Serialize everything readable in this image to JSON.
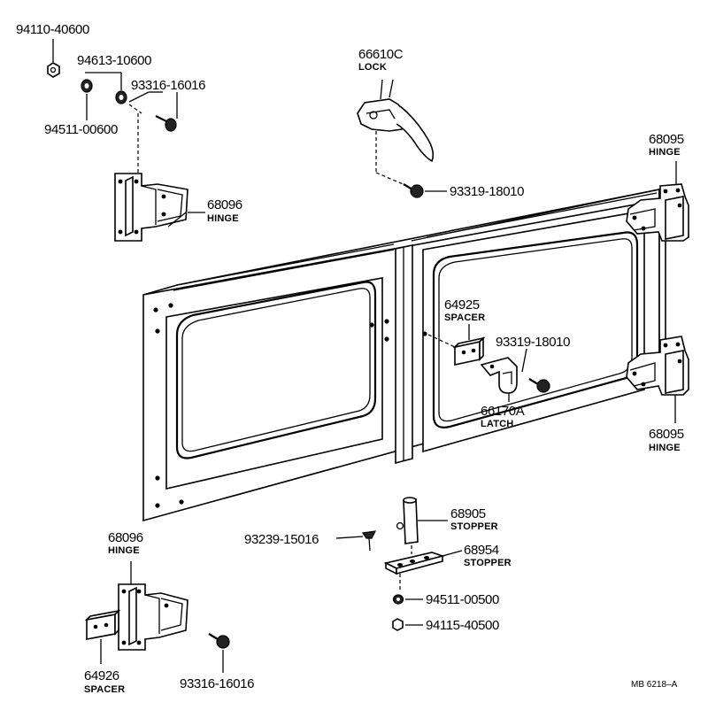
{
  "labels": {
    "p94110_40600": "94110-40600",
    "p94613_10600": "94613-10600",
    "p93316_16016_top": "93316-16016",
    "p94511_00600": "94511-00600",
    "p68096_top": "68096",
    "n_hinge_68096_top": "HINGE",
    "p66610c": "66610C",
    "n_lock": "LOCK",
    "p93319_18010_top": "93319-18010",
    "p68095_top": "68095",
    "n_hinge_68095_top": "HINGE",
    "p64925": "64925",
    "n_spacer_64925": "SPACER",
    "p93319_18010_mid": "93319-18010",
    "p66170a": "66170A",
    "n_latch": "LATCH",
    "p68095_bottom": "68095",
    "n_hinge_68095_bottom": "HINGE",
    "p68905": "68905",
    "n_stopper_68905": "STOPPER",
    "p93239_15016": "93239-15016",
    "p68954": "68954",
    "n_stopper_68954": "STOPPER",
    "p94511_00500": "94511-00500",
    "p94115_40500": "94115-40500",
    "p68096_bottom": "68096",
    "n_hinge_68096_bottom": "HINGE",
    "p64926": "64926",
    "n_spacer_64926": "SPACER",
    "p93316_16016_bottom": "93316-16016",
    "ref": "MB 6218–A"
  }
}
